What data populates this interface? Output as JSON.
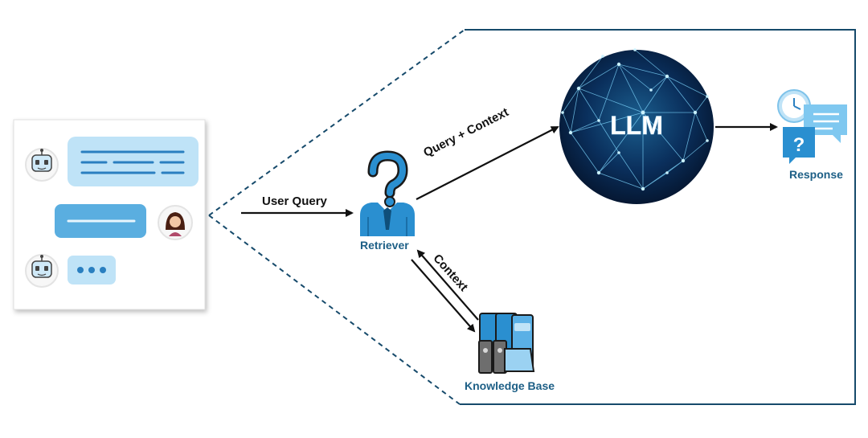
{
  "labels": {
    "user_query": "User Query",
    "query_context": "Query + Context",
    "context": "Context",
    "retriever": "Retriever",
    "knowledge_base": "Knowledge Base",
    "llm": "LLM",
    "response": "Response"
  },
  "icons": {
    "chat_bot_1": "robot-icon",
    "chat_user": "user-avatar-icon",
    "chat_bot_2": "robot-icon",
    "typing": "typing-dots-icon",
    "retriever": "question-person-icon",
    "knowledge_base": "binders-icon",
    "llm": "neural-network-sphere-icon",
    "response": "chat-bubbles-question-icon"
  },
  "colors": {
    "bubble_light": "#bfe3f7",
    "bubble_mid": "#5aaee0",
    "icon_blue": "#2a8fd0",
    "label_blue": "#1d5f86",
    "frame_line": "#164a6b",
    "llm_bg": "#061a3a"
  }
}
